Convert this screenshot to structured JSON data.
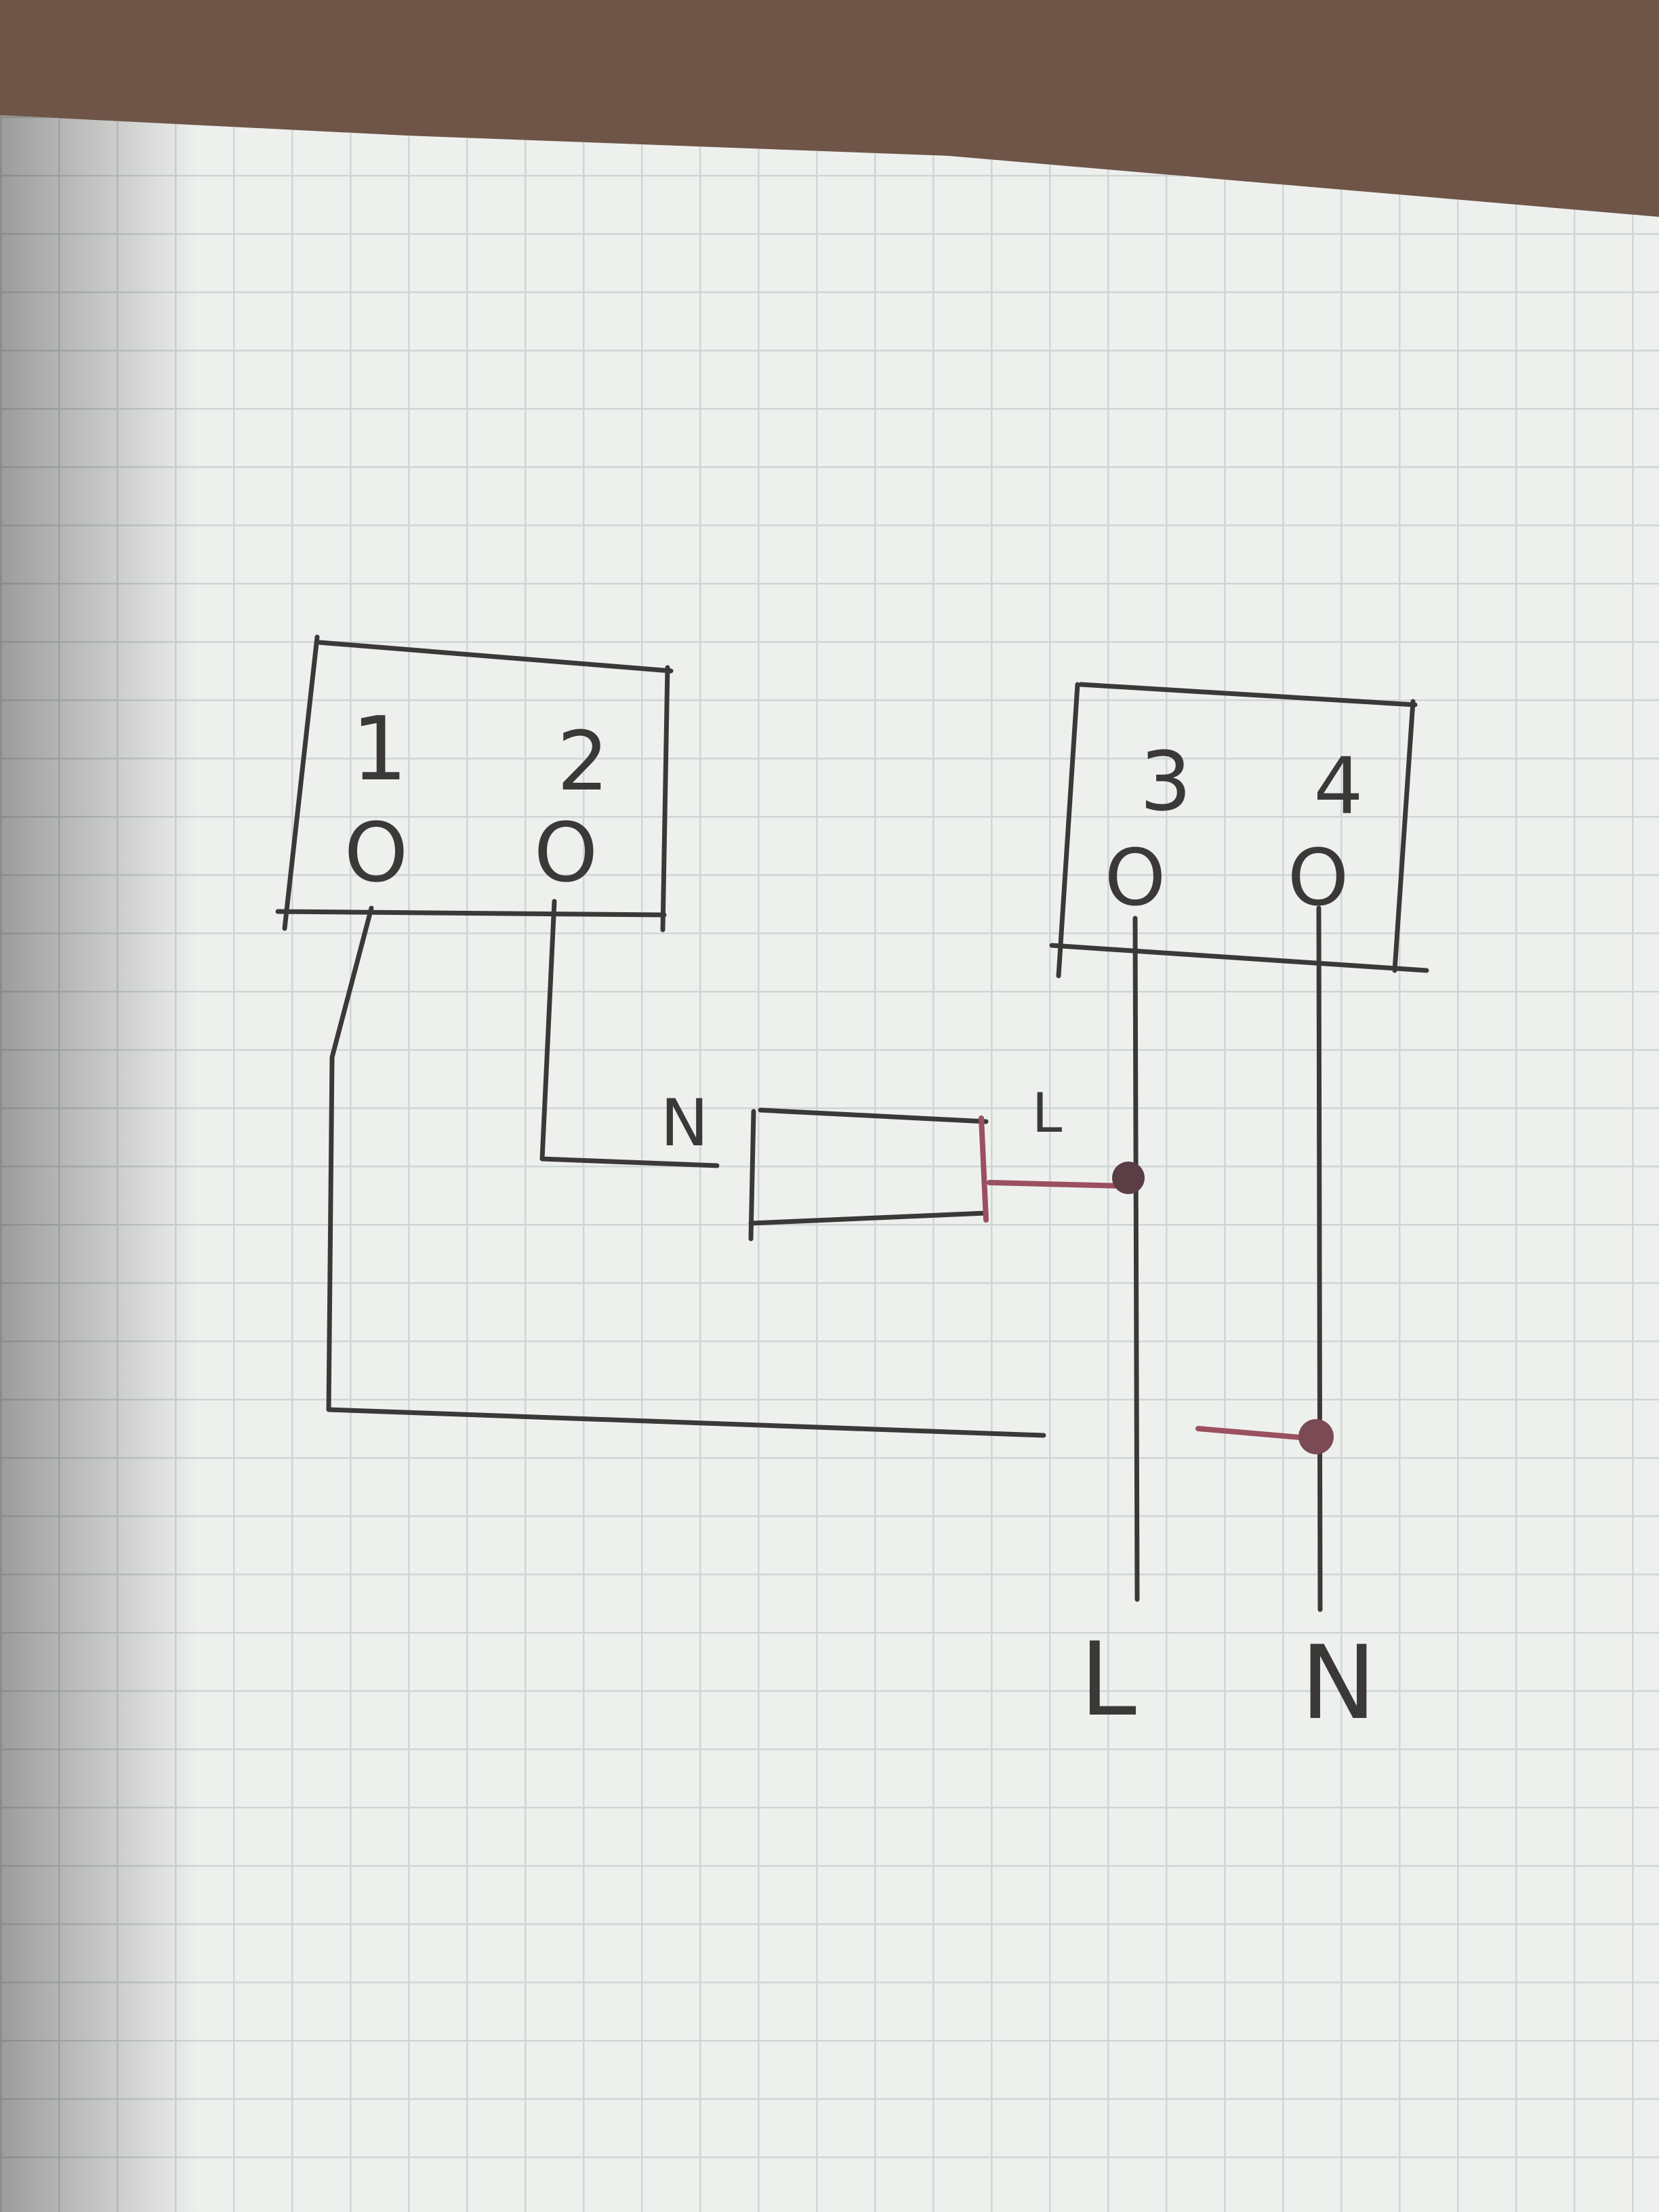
{
  "terminal_blocks": [
    {
      "id": "left-block",
      "terminals": [
        {
          "number": "1",
          "symbol": "O"
        },
        {
          "number": "2",
          "symbol": "O"
        }
      ]
    },
    {
      "id": "right-block",
      "terminals": [
        {
          "number": "3",
          "symbol": "O"
        },
        {
          "number": "4",
          "symbol": "O"
        }
      ]
    }
  ],
  "component_labels": {
    "neutral_side": "N",
    "live_side": "L"
  },
  "supply_labels": {
    "live": "L",
    "neutral": "N"
  },
  "colors": {
    "pencil": "#3b3938",
    "paper": "#eef0ee",
    "grid": "#cfd6d3",
    "red_mark": "#9a5060",
    "table": "#6e5548"
  }
}
